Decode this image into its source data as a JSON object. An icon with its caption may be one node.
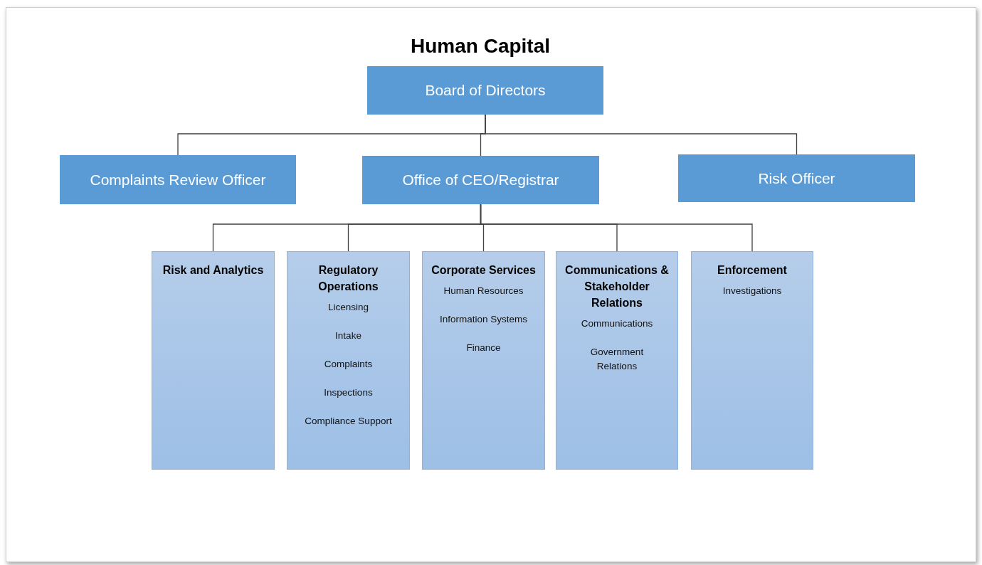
{
  "diagram": {
    "title": "Human Capital",
    "nodes": [
      {
        "text": [
          "Board of Directors"
        ]
      },
      {
        "text": [
          "Complaints Review Officer"
        ]
      },
      {
        "text": [
          "Office of CEO/Registrar"
        ]
      },
      {
        "text": [
          "Risk Officer"
        ]
      },
      {
        "text": [
          "Risk and Analytics"
        ]
      },
      {
        "text": [
          "Regulatory Operations",
          "Licensing",
          "Intake",
          "Complaints",
          "Inspections",
          "Compliance Support"
        ]
      },
      {
        "text": [
          "Corporate Services",
          "Human Resources",
          "Information Systems",
          "Finance"
        ]
      },
      {
        "text": [
          "Communications & Stakeholder Relations",
          "Communications",
          "Government Relations"
        ]
      },
      {
        "text": [
          "Enforcement",
          "Investigations"
        ]
      }
    ],
    "edges": [
      {
        "from": 0,
        "to": 1,
        "arrow": "none"
      },
      {
        "from": 0,
        "to": 2,
        "arrow": "none"
      },
      {
        "from": 0,
        "to": 3,
        "arrow": "none"
      },
      {
        "from": 2,
        "to": 4,
        "arrow": "none"
      },
      {
        "from": 2,
        "to": 5,
        "arrow": "none"
      },
      {
        "from": 2,
        "to": 6,
        "arrow": "none"
      },
      {
        "from": 2,
        "to": 7,
        "arrow": "none"
      },
      {
        "from": 2,
        "to": 8,
        "arrow": "none"
      }
    ]
  }
}
